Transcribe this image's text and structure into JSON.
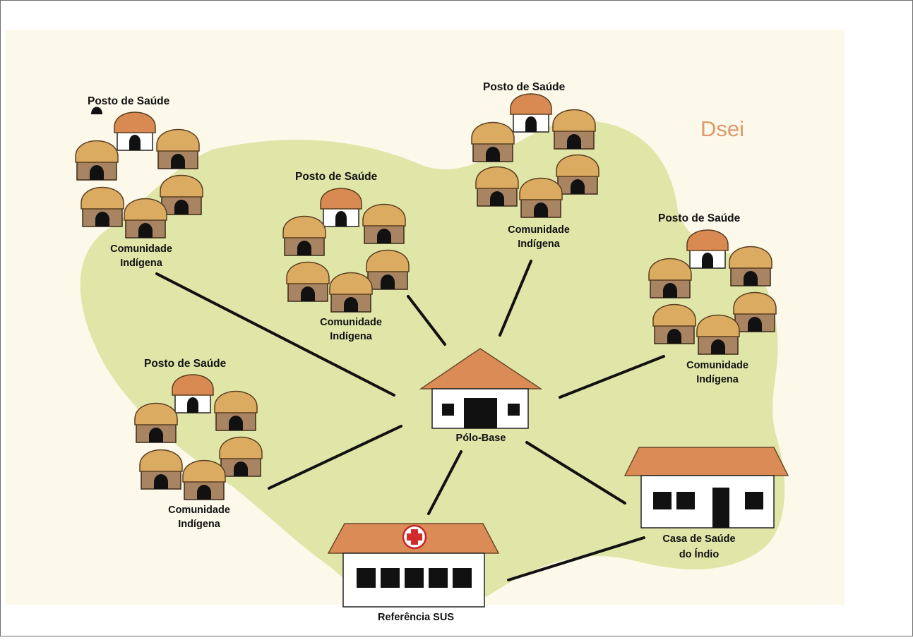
{
  "diagram": {
    "title": "Dsei",
    "colors": {
      "background": "#fcf8ea",
      "region": "#dfe6a8",
      "thatch": "#dcab62",
      "hut_wall": "#a98462",
      "post_roof": "#d88a52",
      "building_roof": "#db8b56",
      "window": "#111111",
      "line": "#111111"
    },
    "communities": [
      {
        "post_label": "Posto de Saúde",
        "label_line1": "Comunidade",
        "label_line2": "Indígena"
      },
      {
        "post_label": "Posto de Saúde",
        "label_line1": "Comunidade",
        "label_line2": "Indígena"
      },
      {
        "post_label": "Posto de Saúde",
        "label_line1": "Comunidade",
        "label_line2": "Indígena"
      },
      {
        "post_label": "Posto de Saúde",
        "label_line1": "Comunidade",
        "label_line2": "Indígena"
      },
      {
        "post_label": "Posto de Saúde",
        "label_line1": "Comunidade",
        "label_line2": "Indígena"
      }
    ],
    "polo_base": {
      "label": "Pólo-Base"
    },
    "casa_saude": {
      "label_line1": "Casa de Saúde",
      "label_line2": "do Índio"
    },
    "referencia": {
      "label": "Referência SUS",
      "icon": "red-cross-icon"
    }
  }
}
